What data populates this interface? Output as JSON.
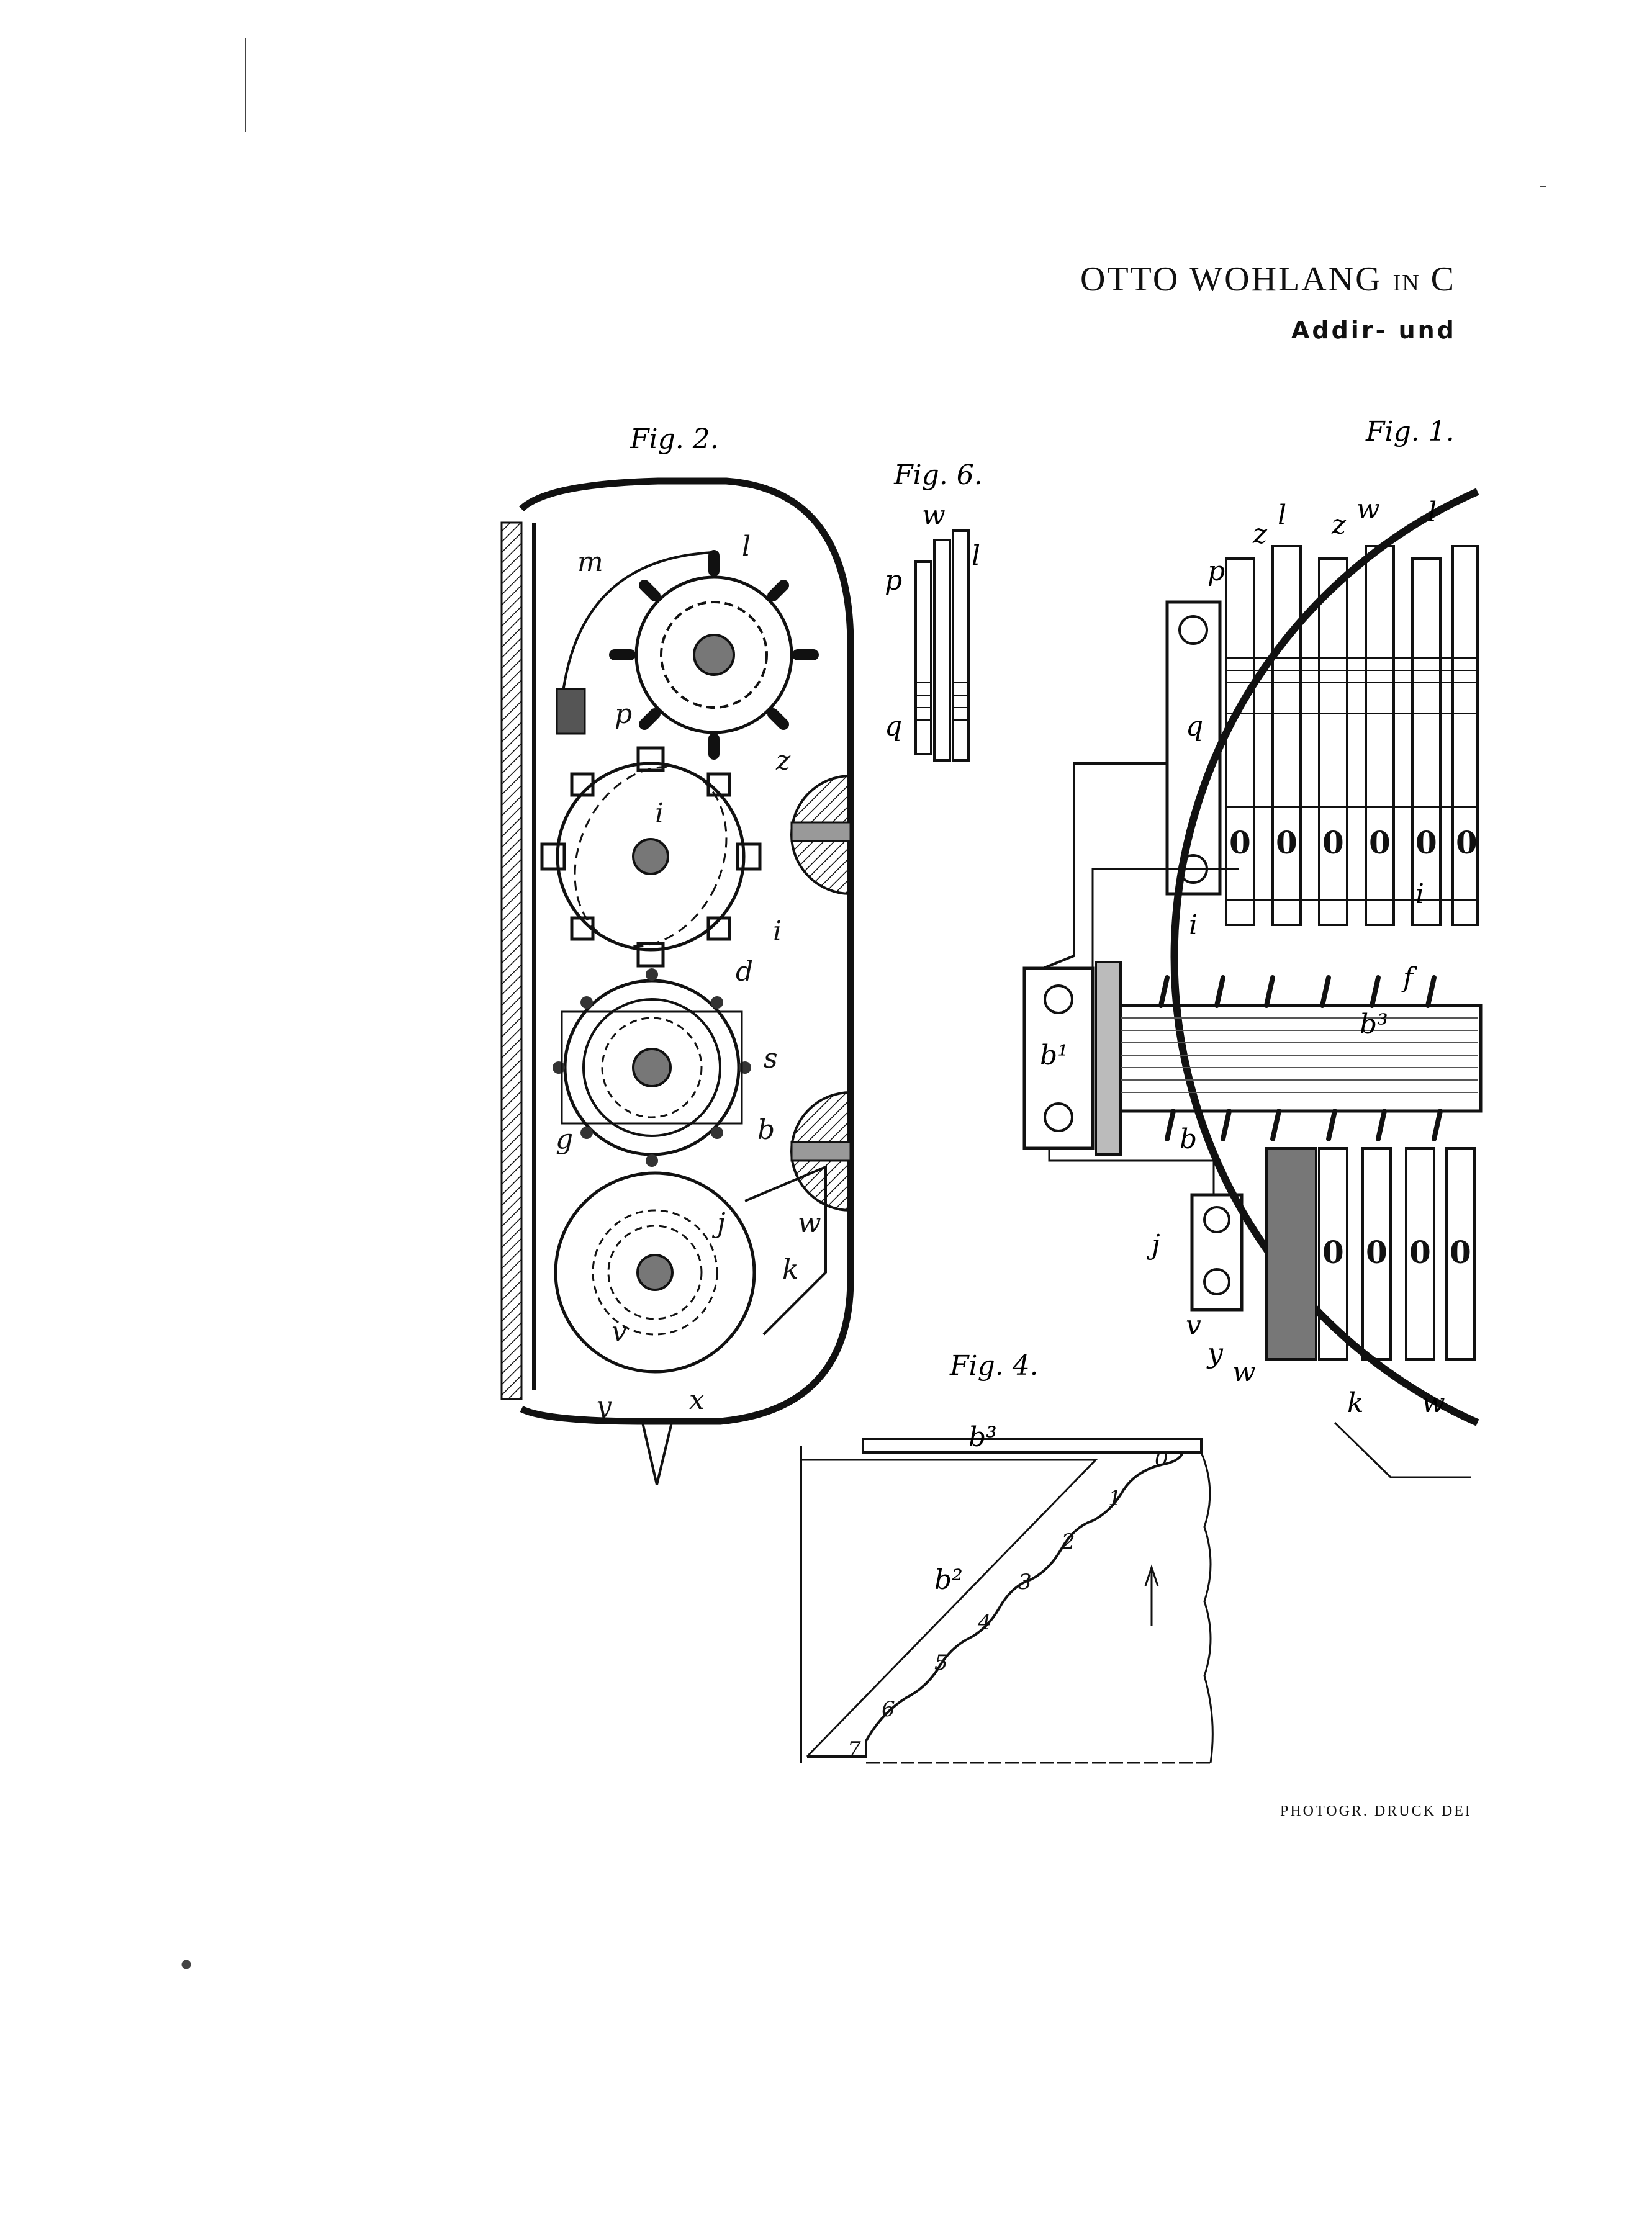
{
  "header": {
    "inventor": "OTTO WOHLANG",
    "in_word": "IN",
    "place_fragment": "C",
    "subtitle": "Addir- und"
  },
  "footer": {
    "printer_line": "PHOTOGR. DRUCK DEI"
  },
  "figures": {
    "fig1": "Fig. 1.",
    "fig2": "Fig. 2.",
    "fig4": "Fig. 4.",
    "fig6": "Fig. 6."
  },
  "fig2_labels": [
    "m",
    "l",
    "p",
    "z",
    "i",
    "i",
    "d",
    "s",
    "b",
    "g",
    "j",
    "w",
    "k",
    "v",
    "y",
    "x"
  ],
  "fig6_labels": [
    "w",
    "l",
    "p",
    "q"
  ],
  "fig1_labels": [
    "z",
    "l",
    "z",
    "w",
    "l",
    "p",
    "q",
    "i",
    "i",
    "f",
    "b¹",
    "b³",
    "b",
    "j",
    "v",
    "y",
    "w",
    "k",
    "w"
  ],
  "fig1_counter_digits": [
    "0",
    "0",
    "0",
    "0",
    "0",
    "0",
    "0",
    "0",
    "0",
    "0"
  ],
  "fig4_labels": [
    "b³",
    "b²"
  ],
  "fig4_step_numbers": [
    "0",
    "1",
    "2",
    "3",
    "4",
    "5",
    "6",
    "7"
  ]
}
